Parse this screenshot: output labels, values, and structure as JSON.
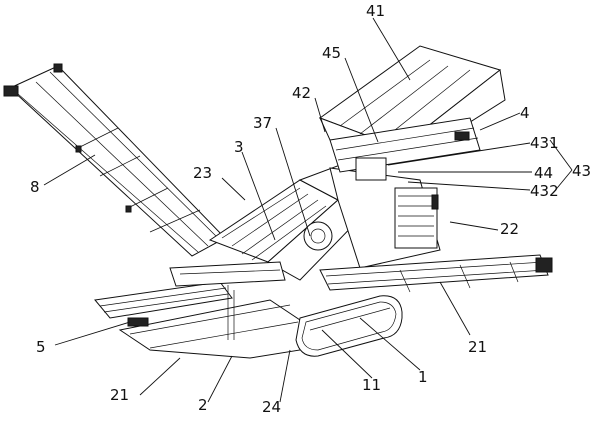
{
  "labels": {
    "l41": "41",
    "l45": "45",
    "l42": "42",
    "l4": "4",
    "l37": "37",
    "l3": "3",
    "l431": "431",
    "l44": "44",
    "l43": "43",
    "l432": "432",
    "l23": "23",
    "l8": "8",
    "l22": "22",
    "l5": "5",
    "l21a": "21",
    "l21b": "21",
    "l2": "2",
    "l24": "24",
    "l11": "11",
    "l1": "1"
  }
}
